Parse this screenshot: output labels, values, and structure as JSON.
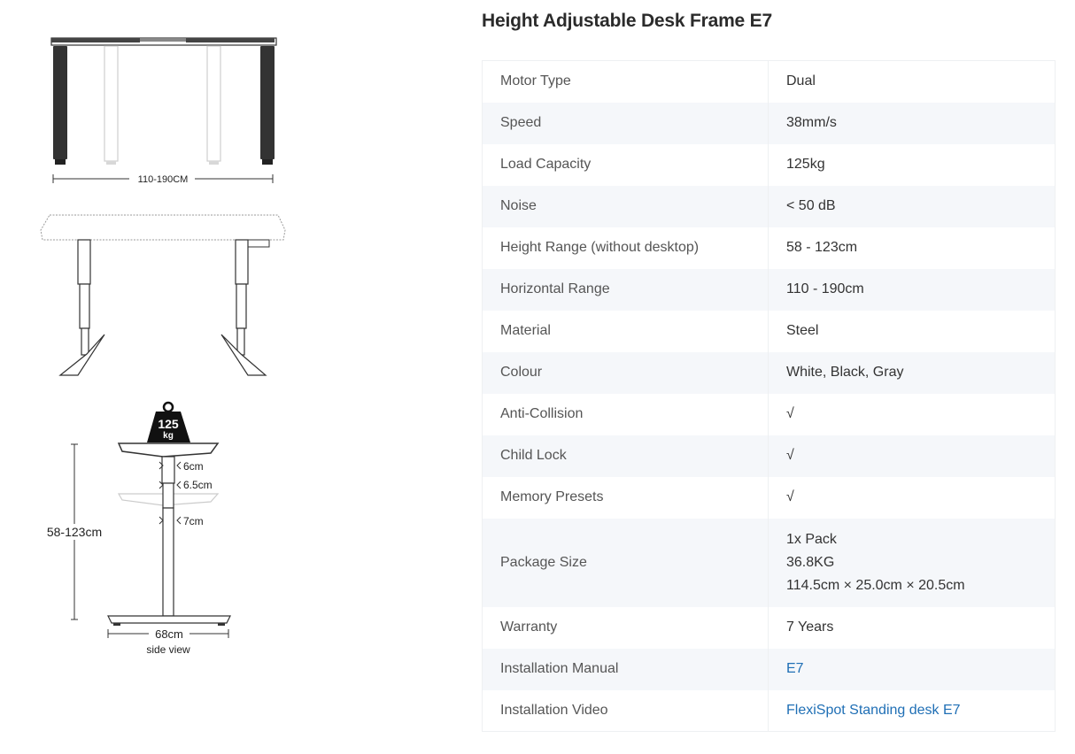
{
  "title": "Height Adjustable Desk Frame E7",
  "illustrations": {
    "top_view_label": "110-190CM",
    "weight_label_value": "125",
    "weight_label_unit": "kg",
    "dim_6": "6cm",
    "dim_65": "6.5cm",
    "dim_7": "7cm",
    "height_range": "58-123cm",
    "base_width": "68cm",
    "side_view": "side view"
  },
  "specs": [
    {
      "key": "Motor Type",
      "value": "Dual"
    },
    {
      "key": "Speed",
      "value": "38mm/s"
    },
    {
      "key": "Load Capacity",
      "value": "125kg"
    },
    {
      "key": "Noise",
      "value": "< 50 dB"
    },
    {
      "key": "Height Range (without desktop)",
      "value": "58 - 123cm"
    },
    {
      "key": "Horizontal Range",
      "value": "110 - 190cm"
    },
    {
      "key": "Material",
      "value": "Steel"
    },
    {
      "key": "Colour",
      "value": "White, Black, Gray"
    },
    {
      "key": "Anti-Collision",
      "value": "√"
    },
    {
      "key": "Child Lock",
      "value": "√"
    },
    {
      "key": "Memory Presets",
      "value": "√"
    },
    {
      "key": "Package Size",
      "lines": [
        "1x Pack",
        "36.8KG",
        "114.5cm × 25.0cm × 20.5cm"
      ]
    },
    {
      "key": "Warranty",
      "value": "7 Years"
    },
    {
      "key": "Installation Manual",
      "link": "E7"
    },
    {
      "key": "Installation Video",
      "link": "FlexiSpot Standing desk E7"
    }
  ]
}
